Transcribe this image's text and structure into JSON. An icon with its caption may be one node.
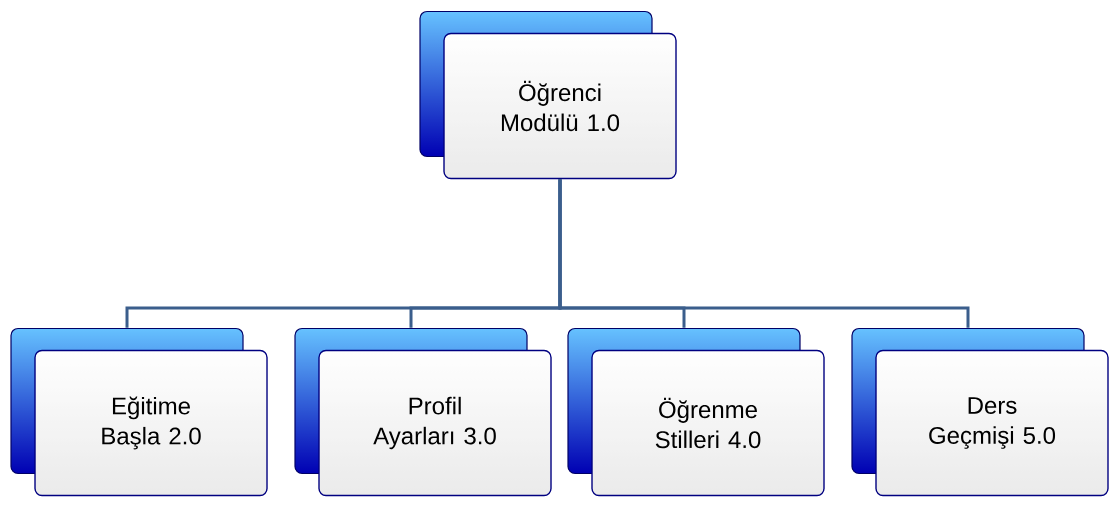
{
  "diagram": {
    "nodes": [
      {
        "text": [
          "Öğrenci Modülü 1.0"
        ]
      },
      {
        "text": [
          "Eğitime Başla 2.0"
        ]
      },
      {
        "text": [
          "Profil Ayarları 3.0"
        ]
      },
      {
        "text": [
          "Öğrenme Stilleri 4.0"
        ]
      },
      {
        "text": [
          "Ders Geçmişi 5.0"
        ]
      }
    ],
    "edges": [
      {
        "from": 0,
        "to": 1,
        "arrow": "none"
      },
      {
        "from": 0,
        "to": 2,
        "arrow": "none"
      },
      {
        "from": 0,
        "to": 3,
        "arrow": "none"
      },
      {
        "from": 0,
        "to": 4,
        "arrow": "none"
      }
    ]
  }
}
